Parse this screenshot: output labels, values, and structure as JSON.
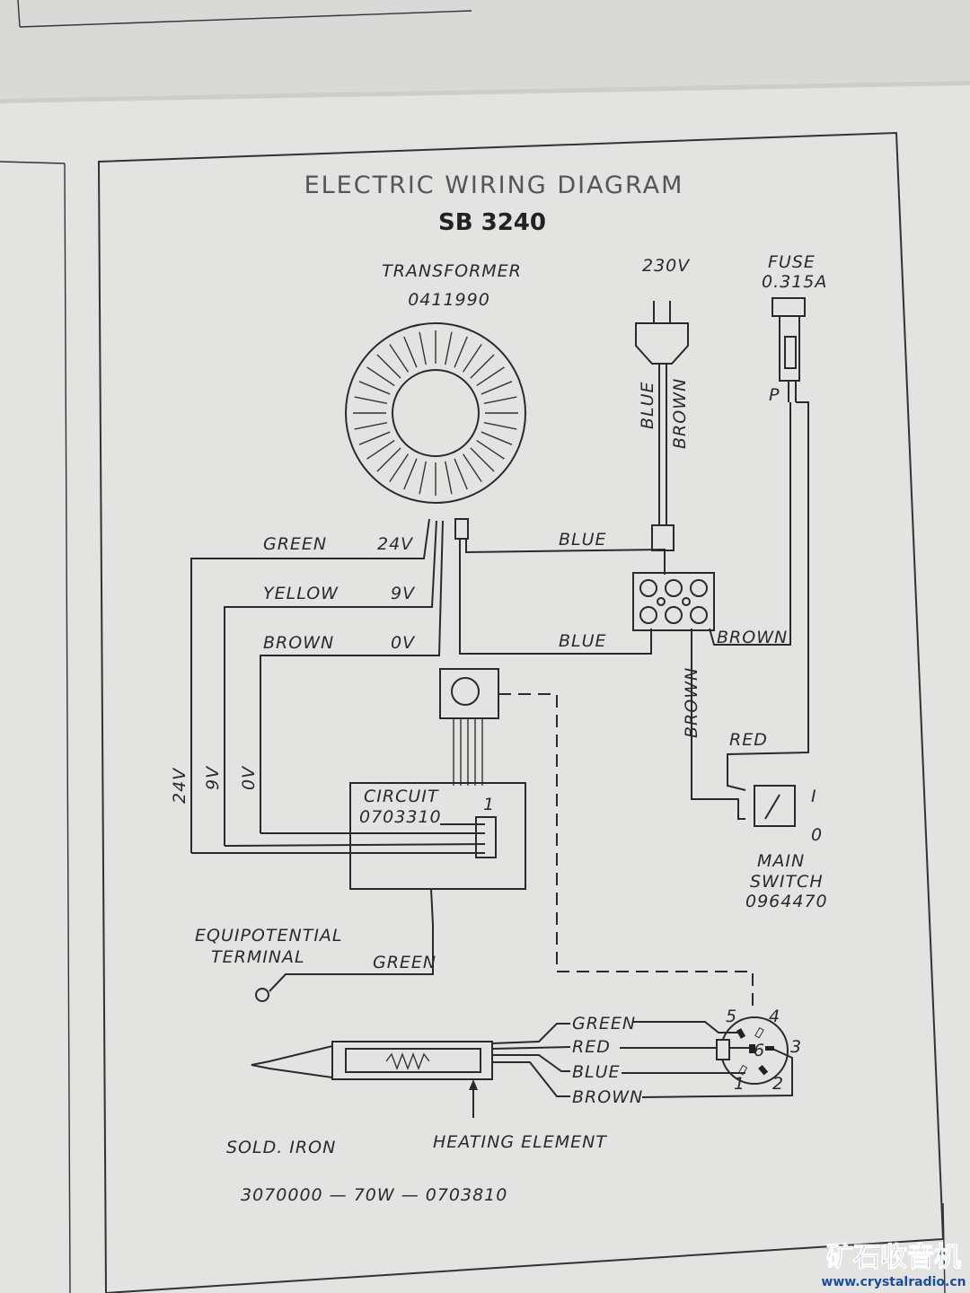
{
  "title": "ELECTRIC WIRING DIAGRAM",
  "model": "SB 3240",
  "transformer": {
    "label": "TRANSFORMER",
    "part": "0411990"
  },
  "mains": {
    "voltage": "230V",
    "cord_wires": [
      "BLUE",
      "BROWN"
    ]
  },
  "fuse": {
    "label": "FUSE",
    "rating": "0.315A",
    "pin": "P"
  },
  "transformer_outputs": [
    {
      "wire": "GREEN",
      "voltage": "24V"
    },
    {
      "wire": "YELLOW",
      "voltage": "9V"
    },
    {
      "wire": "BROWN",
      "voltage": "0V"
    }
  ],
  "vertical_voltage_labels": [
    "24V",
    "9V",
    "0V"
  ],
  "primary_wires": {
    "top": "BLUE",
    "bottom": "BLUE",
    "right": "BROWN",
    "down": "BROWN",
    "switch": "RED"
  },
  "circuit": {
    "label": "CIRCUIT",
    "part": "0703310",
    "pin1": "1"
  },
  "switch": {
    "label_line1": "MAIN",
    "label_line2": "SWITCH",
    "part": "0964470",
    "on": "I",
    "off": "0"
  },
  "equipotential": {
    "line1": "EQUIPOTENTIAL",
    "line2": "TERMINAL",
    "wire": "GREEN"
  },
  "iron_wires": [
    "GREEN",
    "RED",
    "BLUE",
    "BROWN"
  ],
  "connector_pins": [
    "1",
    "2",
    "3",
    "4",
    "5",
    "6"
  ],
  "iron": {
    "label": "SOLD. IRON",
    "heating": "HEATING ELEMENT",
    "spec": "3070000 — 70W — 0703810"
  },
  "watermark": {
    "cn": "矿石收音机",
    "url": "www.crystalradio.cn"
  }
}
